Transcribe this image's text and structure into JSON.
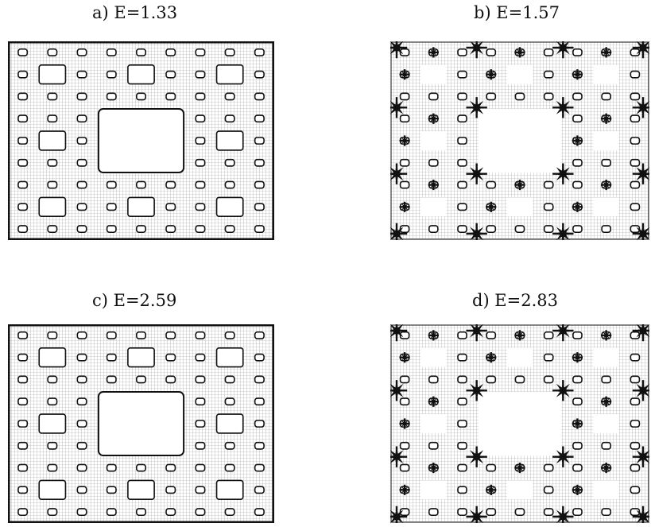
{
  "panels": [
    {
      "id": "a",
      "caption": "a) E=1.33",
      "pattern": "dense-rounded-holes",
      "stars": false
    },
    {
      "id": "b",
      "caption": "b) E=1.57",
      "pattern": "sparse-with-stars",
      "stars": true
    },
    {
      "id": "c",
      "caption": "c) E=2.59",
      "pattern": "dense-round-holes-grid",
      "stars": false
    },
    {
      "id": "d",
      "caption": "d) E=2.83",
      "pattern": "sparse-with-stars",
      "stars": true
    }
  ],
  "colors": {
    "ink": "#111111",
    "mesh": "#9a9a9a",
    "paper": "#ffffff"
  }
}
